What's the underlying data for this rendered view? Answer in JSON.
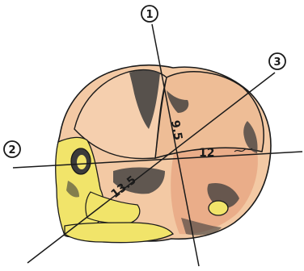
{
  "diagram": {
    "axes": [
      {
        "number": "1"
      },
      {
        "number": "2"
      },
      {
        "number": "3"
      }
    ],
    "measurements": [
      {
        "value": "9.5"
      },
      {
        "value": "12"
      },
      {
        "value": "13.5"
      }
    ]
  },
  "colors": {
    "skin_peach": "#f3c9a4",
    "skin_tan": "#e7a885",
    "face_yellow": "#f1e46a",
    "shadow": "#3b3b3b",
    "ink": "#1a1a1a"
  }
}
